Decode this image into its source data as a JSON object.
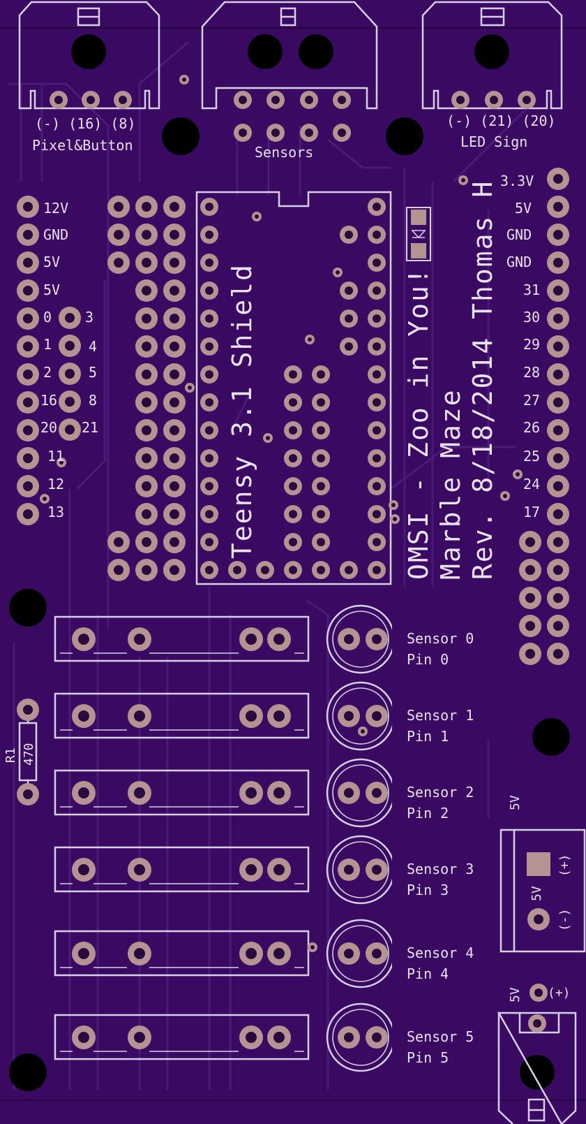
{
  "board": {
    "title_line1": "OMSI - Zoo in You!",
    "title_line2": "Marble Maze",
    "title_line3": "Rev. 8/18/2014 Thomas H",
    "teensy_label": "Teensy 3.1 Shield",
    "colors": {
      "board": "#3a0a63",
      "silk": "#d6cfe6",
      "pad": "#b69393"
    }
  },
  "connectors": {
    "pixel": {
      "pins": "(-) (16) (8)",
      "name": "Pixel&Button"
    },
    "sensors": {
      "name": "Sensors"
    },
    "led": {
      "pins": "(-) (21) (20)",
      "name": "LED Sign"
    }
  },
  "left_header": [
    "12V",
    "GND",
    "5V",
    "5V",
    "0",
    "1",
    "2",
    "16",
    "20",
    "11",
    "12",
    "13"
  ],
  "left_header2": [
    "3",
    "4",
    "5",
    "8",
    "21"
  ],
  "right_header": [
    "3.3V",
    "5V",
    "GND",
    "GND",
    "31",
    "30",
    "29",
    "28",
    "27",
    "26",
    "25",
    "24",
    "17"
  ],
  "sensors": [
    {
      "name": "Sensor 0",
      "pin": "Pin 0"
    },
    {
      "name": "Sensor 1",
      "pin": "Pin 1"
    },
    {
      "name": "Sensor 2",
      "pin": "Pin 2"
    },
    {
      "name": "Sensor 3",
      "pin": "Pin 3"
    },
    {
      "name": "Sensor 4",
      "pin": "Pin 4"
    },
    {
      "name": "Sensor 5",
      "pin": "Pin 5"
    }
  ],
  "resistor": {
    "ref": "R1",
    "value": "470"
  },
  "power": {
    "v1": "5V",
    "v2": "5V",
    "plus": "(+)",
    "minus": "(-)",
    "v3": "5V",
    "plus2": "(+)"
  }
}
